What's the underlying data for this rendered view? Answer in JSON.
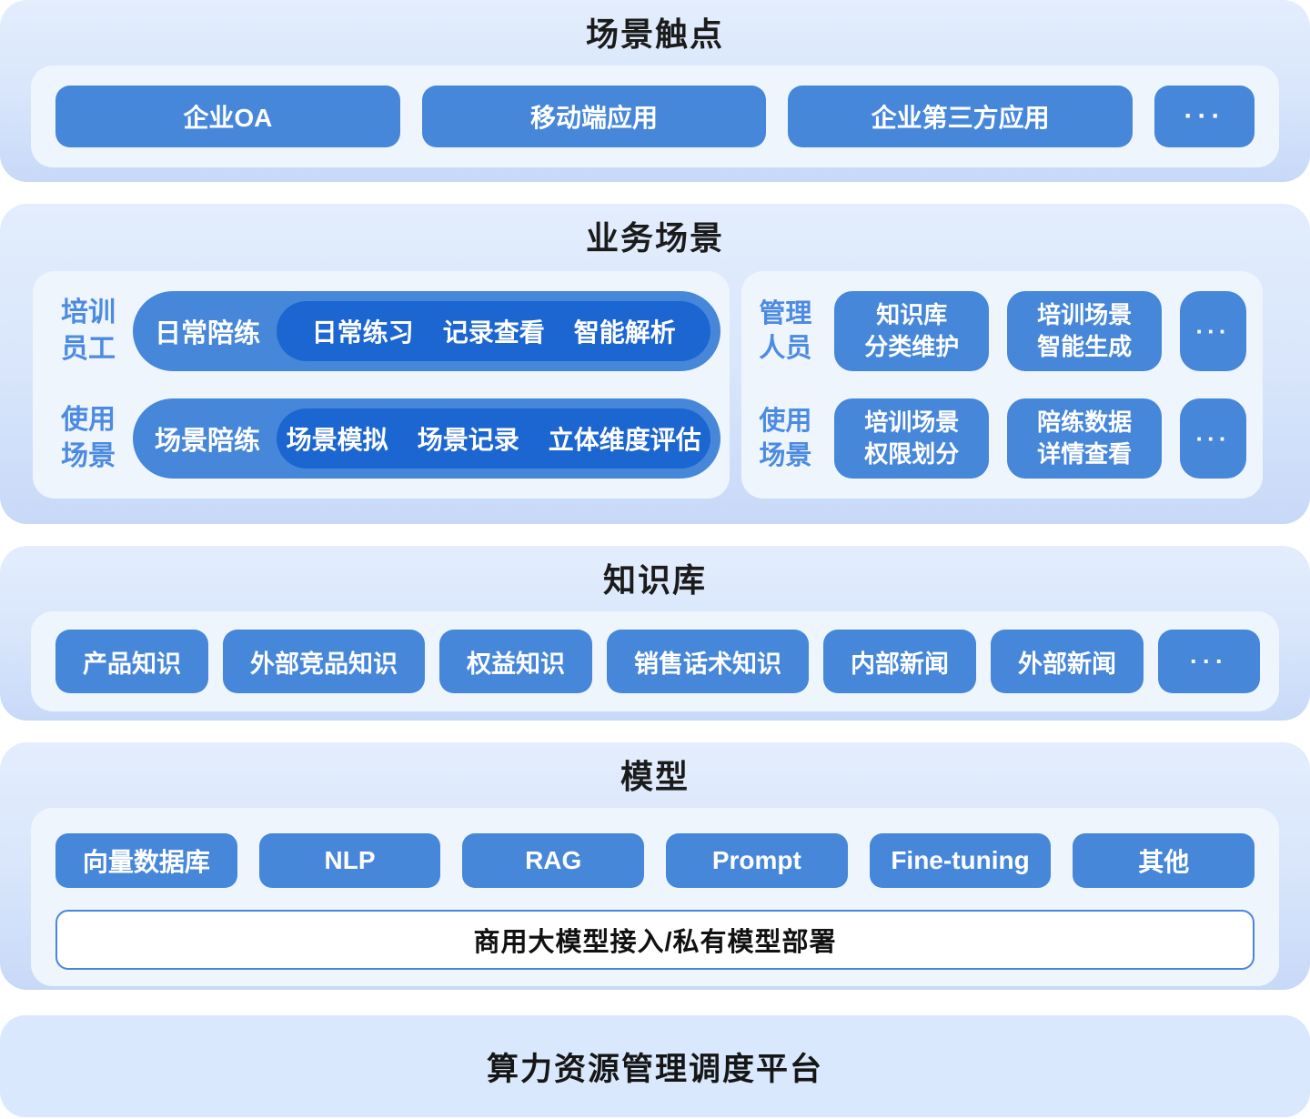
{
  "colors": {
    "block_blue": "#4687da",
    "inner_pill_blue": "#1c66d1",
    "band_blue": "#8198e3",
    "section_bg_top": "#e3edfd",
    "section_bg_bottom": "#c8d9f8",
    "panel_bg": "#eef5fd",
    "label_blue": "#4c8be1",
    "title_text": "#1b1b1b"
  },
  "touchpoints": {
    "title": "场景触点",
    "items": [
      "企业OA",
      "移动端应用",
      "企业第三方应用"
    ],
    "more": "···"
  },
  "business": {
    "title": "业务场景",
    "training": {
      "rows": [
        {
          "label": [
            "培训",
            "员工"
          ],
          "pill": "日常陪练",
          "details": [
            "日常练习",
            "记录查看",
            "智能解析"
          ]
        },
        {
          "label": [
            "使用",
            "场景"
          ],
          "pill": "场景陪练",
          "details": [
            "场景模拟",
            "场景记录",
            "立体维度评估"
          ]
        }
      ]
    },
    "admin": {
      "rows": [
        {
          "label": [
            "管理",
            "人员"
          ],
          "buttons": [
            [
              "知识库",
              "分类维护"
            ],
            [
              "培训场景",
              "智能生成"
            ]
          ],
          "more": "···"
        },
        {
          "label": [
            "使用",
            "场景"
          ],
          "buttons": [
            [
              "培训场景",
              "权限划分"
            ],
            [
              "陪练数据",
              "详情查看"
            ]
          ],
          "more": "···"
        }
      ]
    }
  },
  "knowledge": {
    "title": "知识库",
    "items": [
      "产品知识",
      "外部竞品知识",
      "权益知识",
      "销售话术知识",
      "内部新闻",
      "外部新闻"
    ],
    "more": "···"
  },
  "model": {
    "title": "模型",
    "items": [
      "向量数据库",
      "NLP",
      "RAG",
      "Prompt",
      "Fine-tuning",
      "其他"
    ],
    "bar": "商用大模型接入/私有模型部署"
  },
  "platform": {
    "title": "算力资源管理调度平台"
  }
}
